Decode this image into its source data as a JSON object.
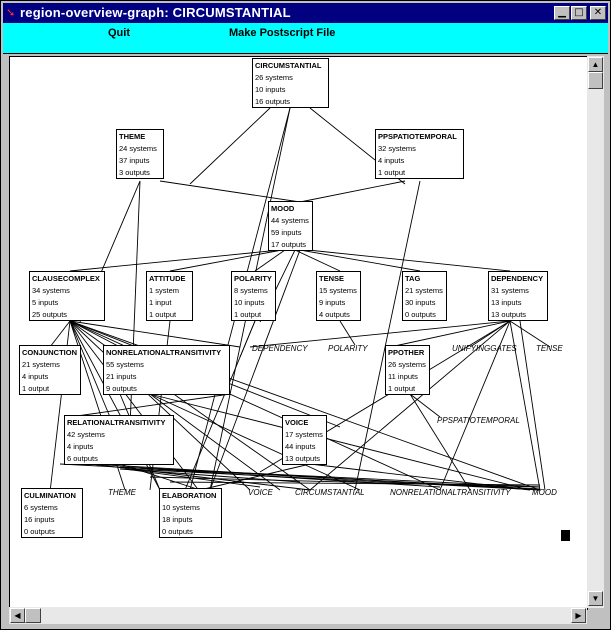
{
  "window": {
    "title": "region-overview-graph: CIRCUMSTANTIAL",
    "icon": "app-icon"
  },
  "menu": {
    "quit": "Quit",
    "postscript": "Make Postscript File"
  },
  "graph": {
    "nodes": [
      {
        "id": "circumstantial",
        "name": "CIRCUMSTANTIAL",
        "l1": "26 systems",
        "l2": "10 inputs",
        "l3": "16 outputs"
      },
      {
        "id": "theme",
        "name": "THEME",
        "l1": "24 systems",
        "l2": "37 inputs",
        "l3": "3 outputs"
      },
      {
        "id": "ppspatiotemporal",
        "name": "PPSPATIOTEMPORAL",
        "l1": "32 systems",
        "l2": "4 inputs",
        "l3": "1 output"
      },
      {
        "id": "mood",
        "name": "MOOD",
        "l1": "44 systems",
        "l2": "59 inputs",
        "l3": "17 outputs"
      },
      {
        "id": "clausecomplex",
        "name": "CLAUSECOMPLEX",
        "l1": "34 systems",
        "l2": "5 inputs",
        "l3": "25 outputs"
      },
      {
        "id": "attitude",
        "name": "ATTITUDE",
        "l1": "1 system",
        "l2": "1 input",
        "l3": "1 output"
      },
      {
        "id": "polarity",
        "name": "POLARITY",
        "l1": "8 systems",
        "l2": "10 inputs",
        "l3": "1 output"
      },
      {
        "id": "tense",
        "name": "TENSE",
        "l1": "15 systems",
        "l2": "9 inputs",
        "l3": "4 outputs"
      },
      {
        "id": "tag",
        "name": "TAG",
        "l1": "21 systems",
        "l2": "30 inputs",
        "l3": "0 outputs"
      },
      {
        "id": "dependency",
        "name": "DEPENDENCY",
        "l1": "31 systems",
        "l2": "13 inputs",
        "l3": "13 outputs"
      },
      {
        "id": "conjunction",
        "name": "CONJUNCTION",
        "l1": "21 systems",
        "l2": "4 inputs",
        "l3": "1 output"
      },
      {
        "id": "nonrelational",
        "name": "NONRELATIONALTRANSITIVITY",
        "l1": "55 systems",
        "l2": "21 inputs",
        "l3": "9 outputs"
      },
      {
        "id": "ppother",
        "name": "PPOTHER",
        "l1": "26 systems",
        "l2": "11 inputs",
        "l3": "1 output"
      },
      {
        "id": "relational",
        "name": "RELATIONALTRANSITIVITY",
        "l1": "42 systems",
        "l2": "4 inputs",
        "l3": "6 outputs"
      },
      {
        "id": "voice",
        "name": "VOICE",
        "l1": "17 systems",
        "l2": "44 inputs",
        "l3": "13 outputs"
      },
      {
        "id": "culmination",
        "name": "CULMINATION",
        "l1": "6 systems",
        "l2": "16 inputs",
        "l3": "0 outputs"
      },
      {
        "id": "elaboration",
        "name": "ELABORATION",
        "l1": "10 systems",
        "l2": "18 inputs",
        "l3": "0 outputs"
      }
    ],
    "leaves": [
      {
        "id": "leaf-dependency",
        "text": "DEPENDENCY"
      },
      {
        "id": "leaf-polarity",
        "text": "POLARITY"
      },
      {
        "id": "leaf-unifying",
        "text": "UNIFYINGGATES"
      },
      {
        "id": "leaf-tense",
        "text": "TENSE"
      },
      {
        "id": "leaf-ppspatio",
        "text": "PPSPATIOTEMPORAL"
      },
      {
        "id": "leaf-theme",
        "text": "THEME"
      },
      {
        "id": "leaf-voice",
        "text": "VOICE"
      },
      {
        "id": "leaf-circumstantial",
        "text": "CIRCUMSTANTIAL"
      },
      {
        "id": "leaf-nonrelational",
        "text": "NONRELATIONALTRANSITIVITY"
      },
      {
        "id": "leaf-mood",
        "text": "MOOD"
      }
    ]
  }
}
